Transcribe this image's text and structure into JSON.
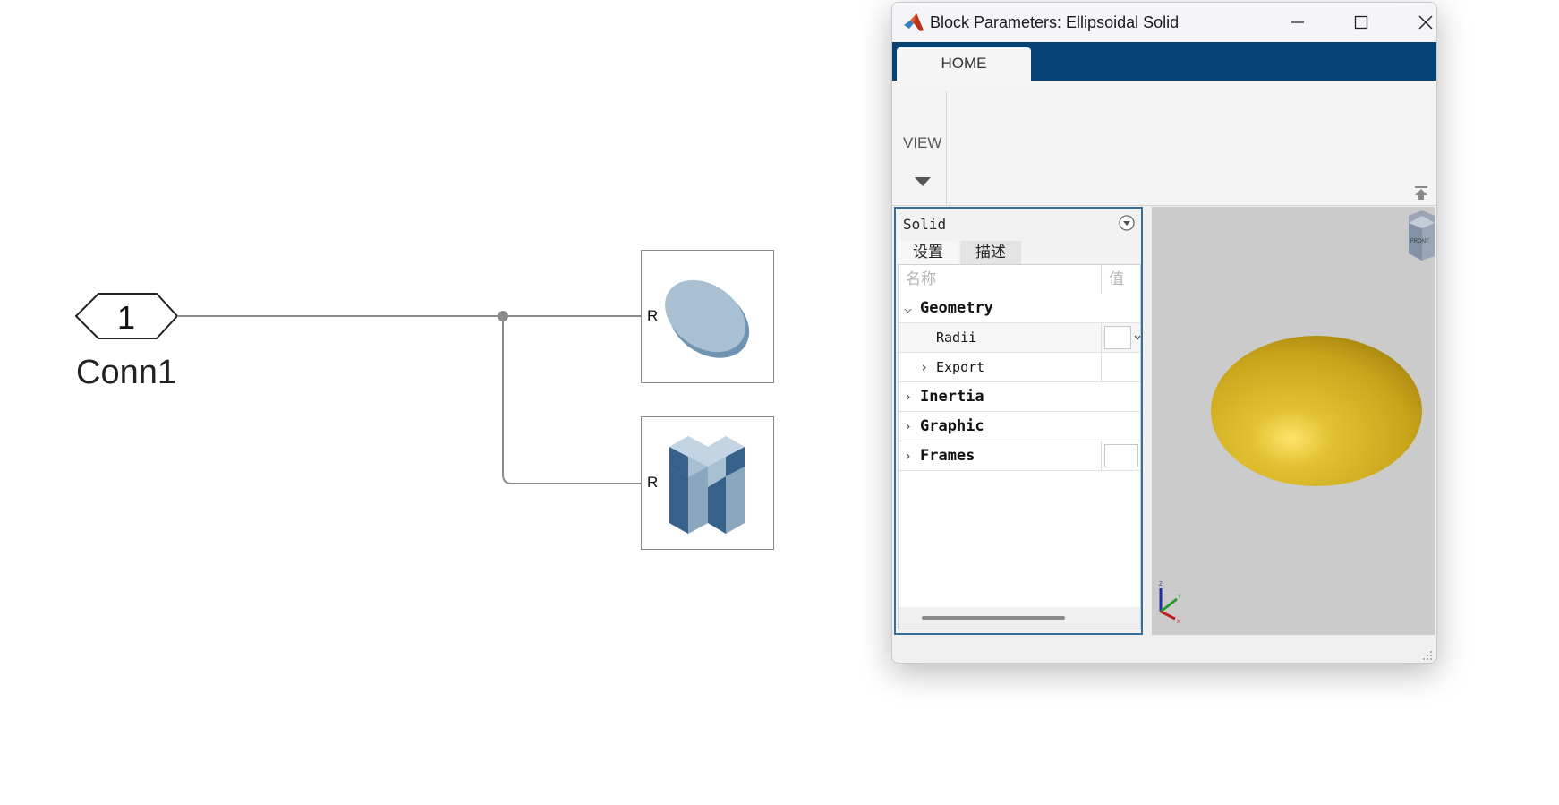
{
  "diagram": {
    "inport": {
      "number": "1",
      "label": "Conn1"
    },
    "blocks": [
      {
        "name": "ellipsoidal-solid-block",
        "port_label": "R"
      },
      {
        "name": "inertia-block",
        "port_label": "R"
      }
    ]
  },
  "dialog": {
    "title": "Block Parameters: Ellipsoidal Solid",
    "ribbon": {
      "tab": "HOME",
      "group_label": "VIEW"
    },
    "inspector": {
      "title": "Solid",
      "tabs": [
        "设置",
        "描述"
      ],
      "columns": {
        "name": "名称",
        "value": "值"
      },
      "rows": [
        {
          "label": "Geometry",
          "chevron": "⌵"
        },
        {
          "label": "Radii"
        },
        {
          "label": "Export",
          "chevron": "›"
        },
        {
          "label": "Inertia",
          "chevron": "›"
        },
        {
          "label": "Graphic",
          "chevron": "›"
        },
        {
          "label": "Frames",
          "chevron": "›"
        }
      ]
    },
    "viewport": {
      "solid_color": "#d6b62a",
      "background": "#cbcbcb",
      "view_cube_label": "FRONT",
      "axis_labels": {
        "z": "Z",
        "y": "Y",
        "x": "X"
      }
    }
  },
  "colors": {
    "ribbon_blue": "#064374",
    "inspector_border": "#3a6e9a",
    "block_icon_light": "#a9c0d3",
    "block_icon_dark": "#36618a"
  }
}
